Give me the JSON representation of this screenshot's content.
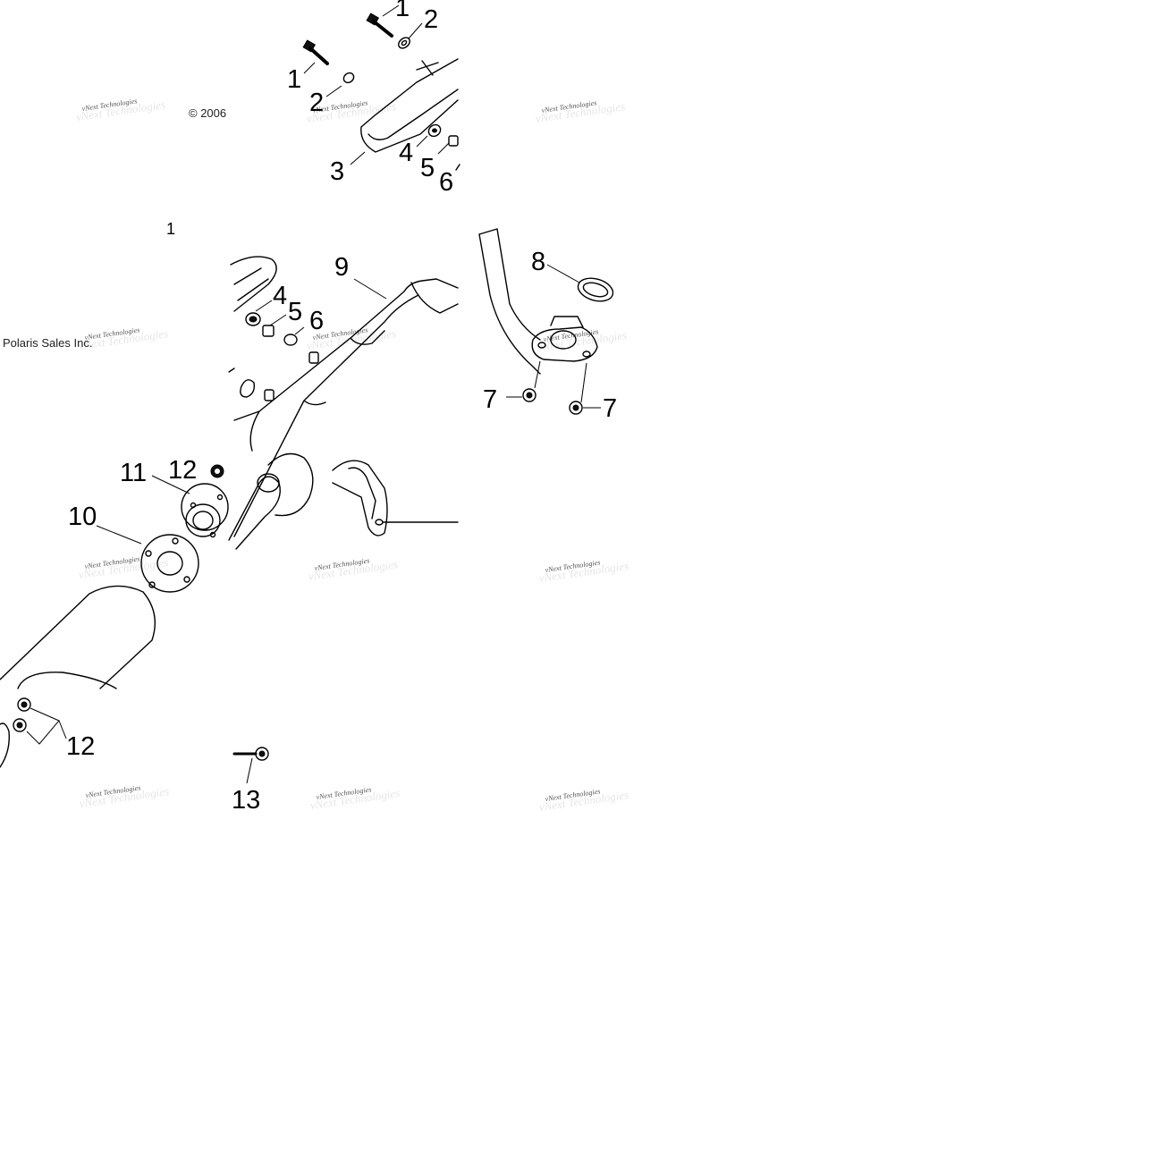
{
  "copyright": {
    "year_text": "© 2006",
    "company": "Polaris Sales Inc."
  },
  "watermark": {
    "text": "vNext Technologies"
  },
  "callouts": [
    {
      "id": "c1a",
      "label": "1"
    },
    {
      "id": "c1b",
      "label": "1"
    },
    {
      "id": "c2a",
      "label": "2"
    },
    {
      "id": "c2b",
      "label": "2"
    },
    {
      "id": "c3",
      "label": "3"
    },
    {
      "id": "c4a",
      "label": "4"
    },
    {
      "id": "c5a",
      "label": "5"
    },
    {
      "id": "c6a",
      "label": "6"
    },
    {
      "id": "c4b",
      "label": "4"
    },
    {
      "id": "c5b",
      "label": "5"
    },
    {
      "id": "c6b",
      "label": "6"
    },
    {
      "id": "c7a",
      "label": "7"
    },
    {
      "id": "c7b",
      "label": "7"
    },
    {
      "id": "c8",
      "label": "8"
    },
    {
      "id": "c9",
      "label": "9"
    },
    {
      "id": "c10",
      "label": "10"
    },
    {
      "id": "c11",
      "label": "11"
    },
    {
      "id": "c12a",
      "label": "12"
    },
    {
      "id": "c12b",
      "label": "12"
    },
    {
      "id": "c13",
      "label": "13"
    }
  ]
}
